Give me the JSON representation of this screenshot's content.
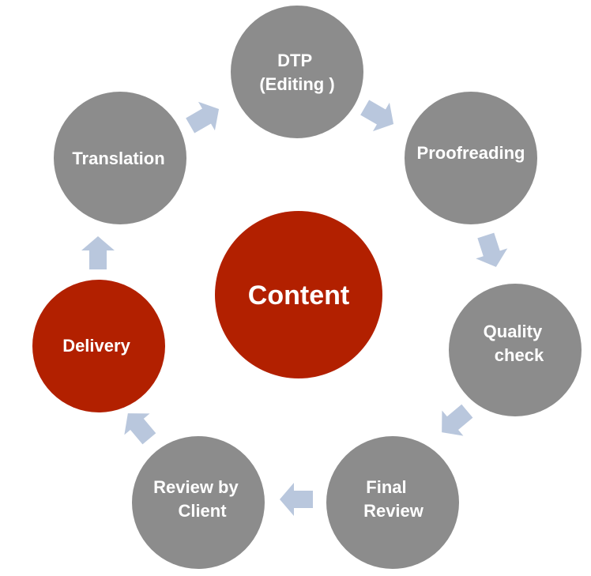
{
  "center": {
    "label": "Content",
    "color": "#b22000"
  },
  "steps": [
    {
      "id": "dtp",
      "lines": [
        "DTP",
        "(Editing )"
      ],
      "color": "#8c8c8c"
    },
    {
      "id": "proofreading",
      "lines": [
        "Proofreading"
      ],
      "color": "#8c8c8c"
    },
    {
      "id": "quality-check",
      "lines": [
        "Quality",
        "check"
      ],
      "color": "#8c8c8c"
    },
    {
      "id": "final-review",
      "lines": [
        "Final",
        "Review"
      ],
      "color": "#8c8c8c"
    },
    {
      "id": "review-by-client",
      "lines": [
        "Review by",
        "Client"
      ],
      "color": "#8c8c8c"
    },
    {
      "id": "delivery",
      "lines": [
        "Delivery"
      ],
      "color": "#b22000"
    },
    {
      "id": "translation",
      "lines": [
        "Translation"
      ],
      "color": "#8c8c8c"
    }
  ],
  "arrow_color": "#b9c7dd",
  "text_color": "#ffffff"
}
